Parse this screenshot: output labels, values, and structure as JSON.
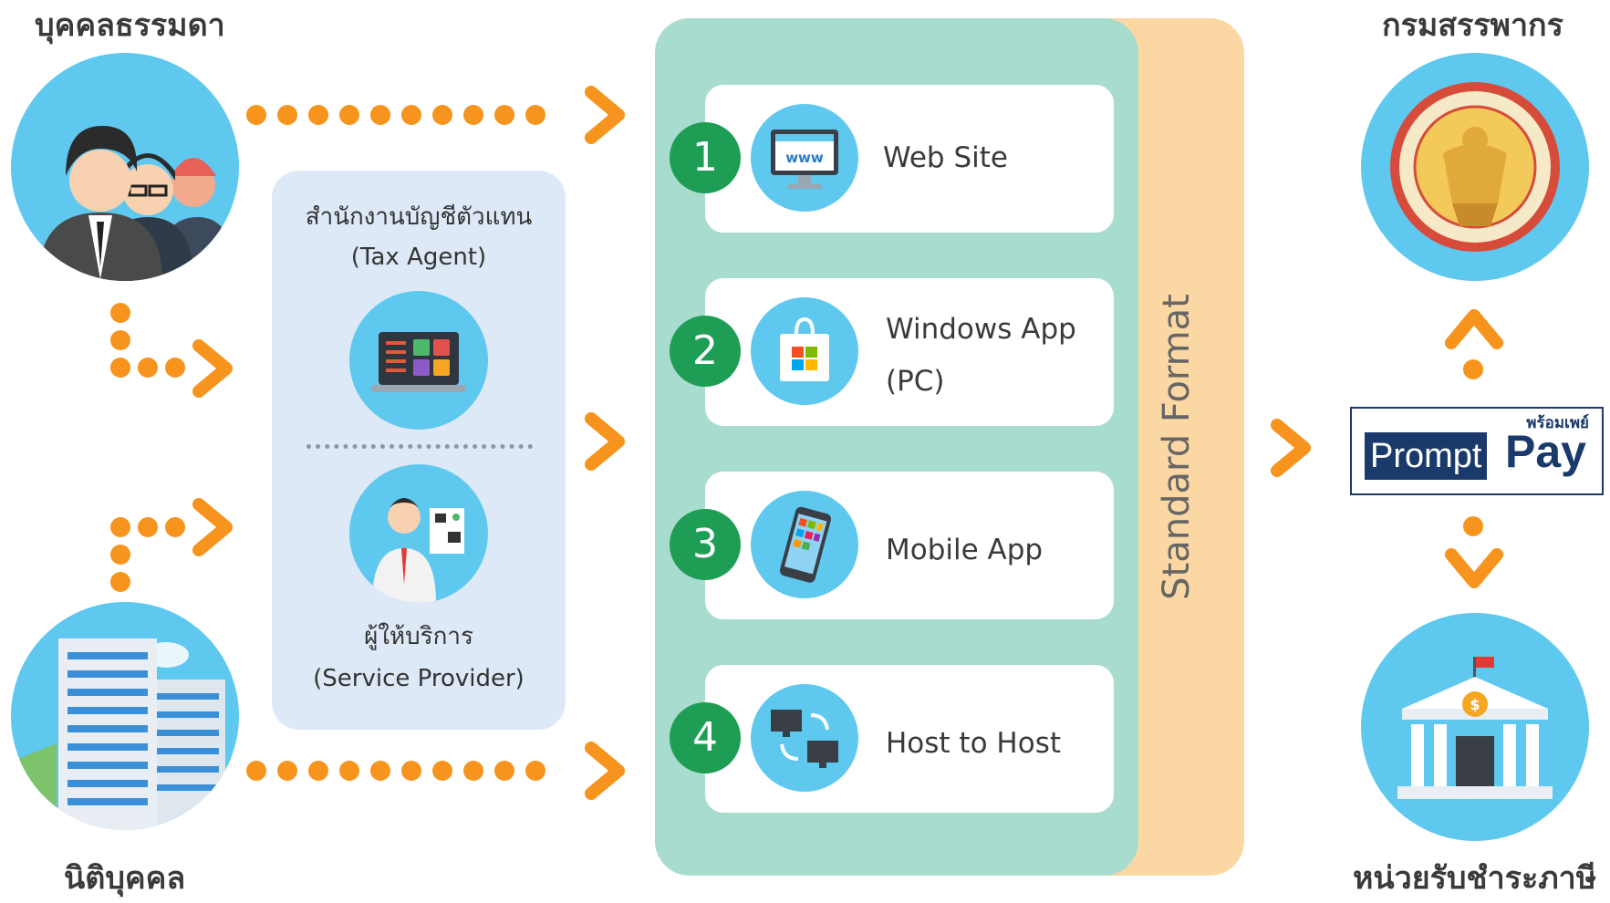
{
  "labels": {
    "individual": "บุคคลธรรมดา",
    "juristic": "นิติบุคคล",
    "revenue_dept": "กรมสรรพากร",
    "tax_collector": "หน่วยรับชำระภาษี"
  },
  "agent_panel": {
    "tax_agent_th": "สำนักงานบัญชีตัวแทน",
    "tax_agent_en": "(Tax Agent)",
    "provider_th": "ผู้ให้บริการ",
    "provider_en": "(Service Provider)"
  },
  "channels": [
    {
      "number": "1",
      "line1": "Web Site",
      "line2": ""
    },
    {
      "number": "2",
      "line1": "Windows App",
      "line2": "(PC)"
    },
    {
      "number": "3",
      "line1": "Mobile App",
      "line2": ""
    },
    {
      "number": "4",
      "line1": "Host to Host",
      "line2": ""
    }
  ],
  "standard_format": "Standard Format",
  "promptpay": {
    "th": "พร้อมเพย์",
    "prompt": "Prompt",
    "pay": "Pay"
  },
  "colors": {
    "accent_orange": "#f7941d",
    "channel_bg": "#a8dccf",
    "format_bg": "#fbd8a3",
    "number_green": "#1e9e55",
    "circle_blue": "#5ec8ef",
    "panel_blue": "#dde9f6",
    "promptpay_navy": "#1a3a6b"
  },
  "icons": [
    "people-icon",
    "building-icon",
    "calculator-laptop-icon",
    "service-provider-icon",
    "www-monitor-icon",
    "store-bag-icon",
    "smartphone-icon",
    "host-sync-icon",
    "revenue-seal-icon",
    "bank-icon"
  ]
}
